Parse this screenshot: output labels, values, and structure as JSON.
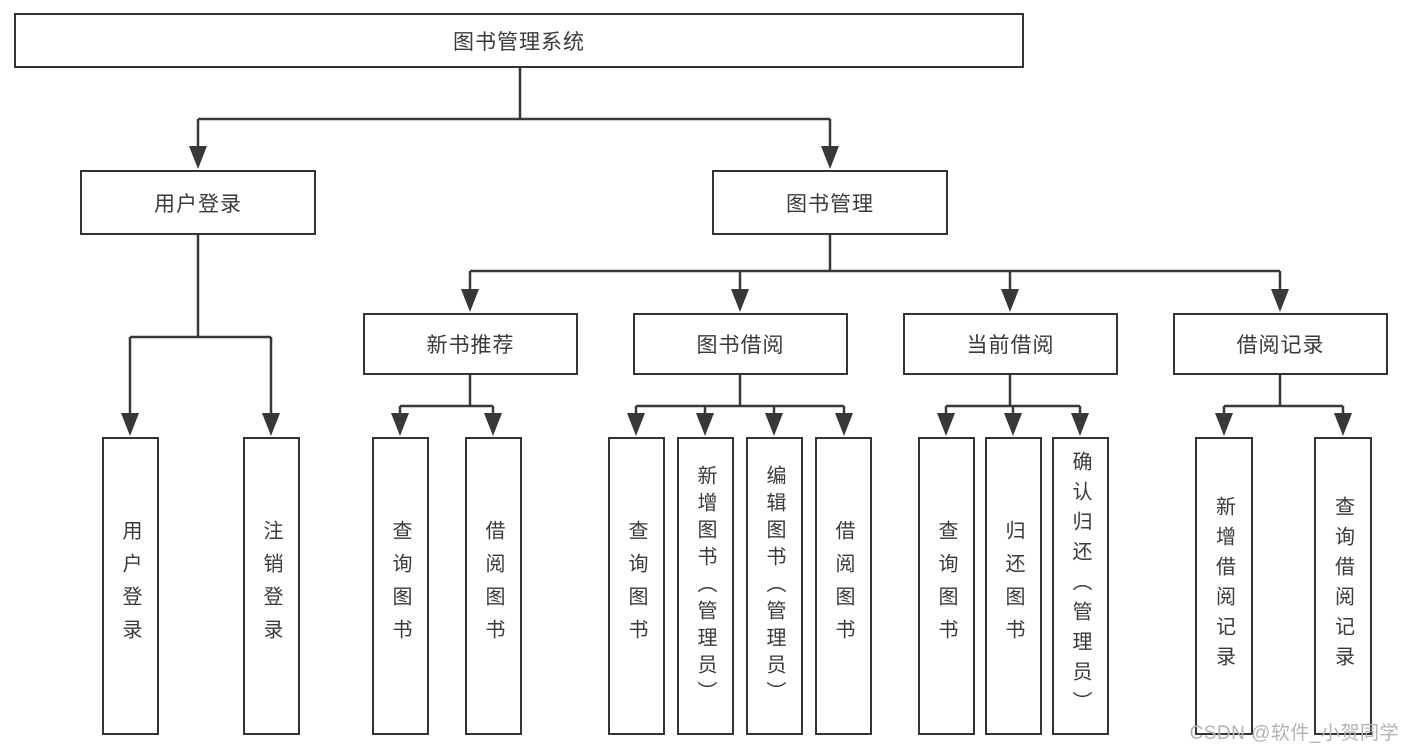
{
  "tree": {
    "label": "图书管理系统",
    "children": [
      {
        "label": "用户登录",
        "children": [
          {
            "label": "用户登录"
          },
          {
            "label": "注销登录"
          }
        ]
      },
      {
        "label": "图书管理",
        "children": [
          {
            "label": "新书推荐",
            "children": [
              {
                "label": "查询图书"
              },
              {
                "label": "借阅图书"
              }
            ]
          },
          {
            "label": "图书借阅",
            "children": [
              {
                "label": "查询图书"
              },
              {
                "label": "新增图书（管理员）"
              },
              {
                "label": "编辑图书（管理员）"
              },
              {
                "label": "借阅图书"
              }
            ]
          },
          {
            "label": "当前借阅",
            "children": [
              {
                "label": "查询图书"
              },
              {
                "label": "归还图书"
              },
              {
                "label": "确认归还（管理员）"
              }
            ]
          },
          {
            "label": "借阅记录",
            "children": [
              {
                "label": "新增借阅记录"
              },
              {
                "label": "查询借阅记录"
              }
            ]
          }
        ]
      }
    ]
  },
  "watermark": "CSDN @软件_小贺同学",
  "colors": {
    "line": "#383838",
    "box_border": "#333333",
    "box_fill": "#ffffff",
    "text": "#3a3a3a",
    "watermark": "#b3b3b3",
    "background": "#ffffff"
  }
}
